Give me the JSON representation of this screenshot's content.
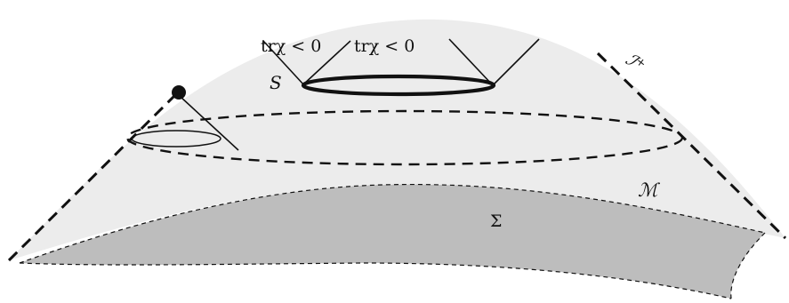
{
  "labels": {
    "trchi": "trχ < 0",
    "trchibar_pre": "tr",
    "trchibar_chi": "χ",
    "trchibar_post": " < 0",
    "S": "S",
    "scri": "ℐ",
    "scri_sup": "+",
    "M": "ℳ",
    "Sigma": "Σ"
  },
  "colors": {
    "spacetime_fill": "#ececec",
    "slice_fill": "#bdbdbd",
    "stroke": "#111111",
    "background": "#ffffff"
  }
}
